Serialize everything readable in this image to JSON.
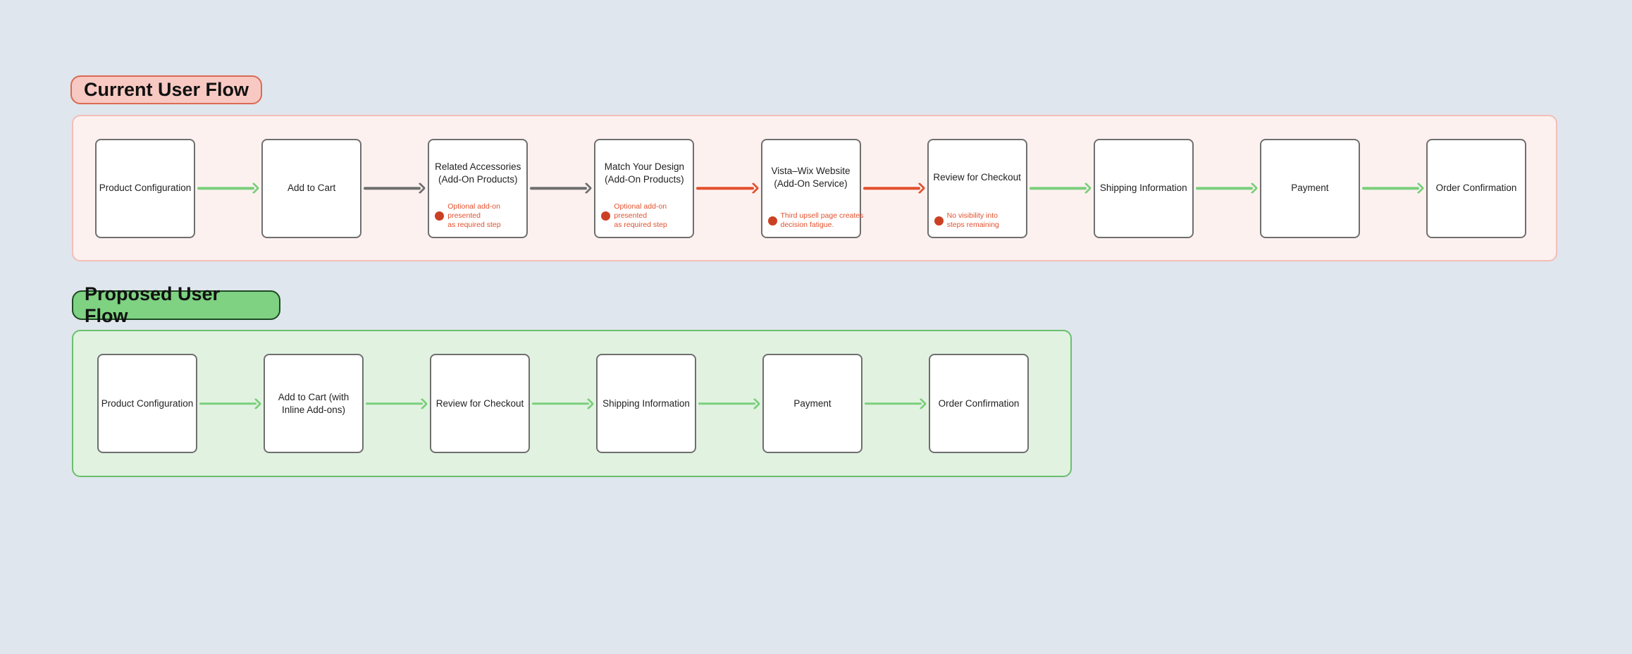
{
  "palette": {
    "page_bg": "#e0e6ed",
    "green": "#7bcf7c",
    "gray": "#6f6f6f",
    "red": "#e2512e",
    "red_dot": "#cb4023",
    "red_text": "#e2512e",
    "box_border": "#6f6f6f",
    "box_bg": "#ffffff",
    "label_color": "#222222",
    "current_badge_bg": "#f8c9c2",
    "current_badge_border": "#d96b54",
    "current_container_bg": "#fdf1f0",
    "current_container_border": "#f2beb7",
    "proposed_badge_bg": "#7ed282",
    "proposed_badge_border": "#1d4a22",
    "proposed_container_bg": "#e1f2e1",
    "proposed_container_border": "#6abf6d"
  },
  "current_flow": {
    "title": "Current User Flow",
    "nodes": [
      {
        "label": "Product Configuration"
      },
      {
        "label": "Add to Cart"
      },
      {
        "label": "Related Accessories\n(Add-On Products)",
        "annotation": "Optional add-on\npresented\nas required step"
      },
      {
        "label": "Match Your Design\n(Add-On Products)",
        "annotation": "Optional add-on\npresented\nas required step"
      },
      {
        "label": "Vista–Wix Website\n(Add-On Service)",
        "annotation": "Third upsell page creates\ndecision fatigue."
      },
      {
        "label": "Review for Checkout",
        "annotation": "No visibility into\nsteps remaining"
      },
      {
        "label": "Shipping Information"
      },
      {
        "label": "Payment"
      },
      {
        "label": "Order Confirmation"
      }
    ],
    "connections": [
      "green",
      "gray",
      "gray",
      "red",
      "red",
      "green",
      "green",
      "green"
    ]
  },
  "proposed_flow": {
    "title": "Proposed User Flow",
    "nodes": [
      {
        "label": "Product Configuration"
      },
      {
        "label": "Add to Cart (with\nInline Add-ons)"
      },
      {
        "label": "Review for Checkout"
      },
      {
        "label": "Shipping Information"
      },
      {
        "label": "Payment"
      },
      {
        "label": "Order Confirmation"
      }
    ],
    "connections": [
      "green",
      "green",
      "green",
      "green",
      "green"
    ]
  }
}
